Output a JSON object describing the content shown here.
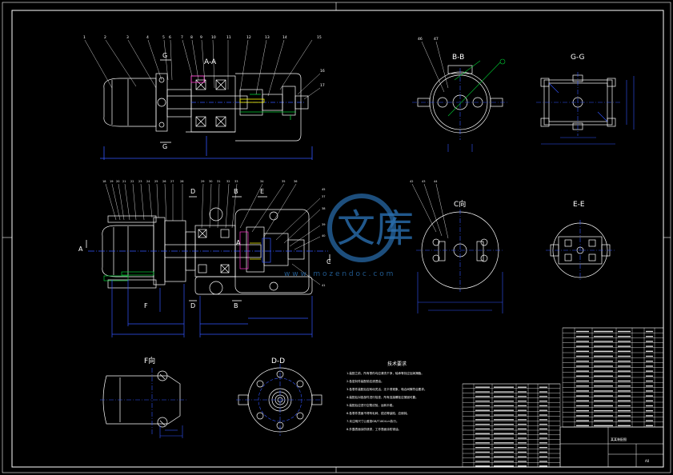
{
  "views": {
    "section_aa": "A-A",
    "section_bb": "B-B",
    "section_gg": "G-G",
    "view_c": "C向",
    "section_ee": "E-E",
    "view_f": "F向",
    "section_dd": "D-D"
  },
  "section_marks": {
    "g_top": "G",
    "g_bottom": "G",
    "a_left": "A",
    "a_right": "A",
    "c_right": "C",
    "d_top": "D",
    "d_bottom": "D",
    "b_top": "B",
    "b_bottom": "B",
    "e_top": "E",
    "f_mark": "F"
  },
  "top_balloons": [
    "1",
    "2",
    "3",
    "4",
    "5",
    "6",
    "7",
    "8",
    "9",
    "10",
    "11",
    "12",
    "13",
    "14",
    "15",
    "16",
    "17"
  ],
  "mid_balloons": [
    "18",
    "19",
    "20",
    "21",
    "22",
    "23",
    "24",
    "25",
    "26",
    "27",
    "28",
    "29",
    "30",
    "31",
    "32",
    "33",
    "34",
    "35",
    "36",
    "37",
    "38"
  ],
  "right_balloons": [
    "39",
    "40",
    "41",
    "42",
    "43",
    "44",
    "45",
    "46",
    "47"
  ],
  "tech_req": {
    "title": "技术要求",
    "lines": [
      "1.装配之前，所有零件均应清洗干净，轴承等处应加润滑脂。",
      "2.各密封件装配前应浸透油。",
      "3.各零件装配后应转动灵活，无卡滞现象，啮合间隙符合要求。",
      "4.装配后对各部件进行检查，所有连接螺栓应紧固可靠。",
      "5.装配后应进行空载试验，运转平稳。",
      "6.各零件表面不得有毛刺、锐边等缺陷，应倒钝。",
      "7.未注明尺寸公差按GB/T1804-m执行。",
      "8.外露表面涂防锈漆，工作表面涂防锈油。"
    ]
  },
  "title_block": {
    "drawing_name": "某某装配图",
    "sheet": "A0"
  },
  "watermark": {
    "cn": "文库",
    "latin": "w w w . m o z e n d o c . c o m"
  },
  "colors": {
    "line": "#ffffff",
    "center": "#3355ff",
    "green": "#00cc33",
    "magenta": "#ff33cc",
    "yellow": "#ffff00",
    "watermark": "#2a6fb0"
  }
}
